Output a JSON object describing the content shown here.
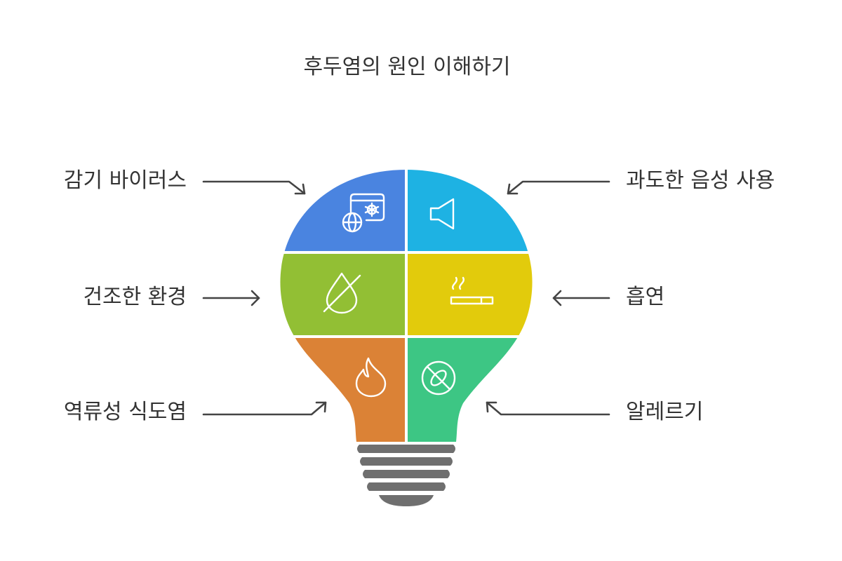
{
  "title": "후두염의 원인 이해하기",
  "causes": [
    {
      "label": "감기 바이러스",
      "icon": "virus-browser-icon",
      "color": "#4A84E0"
    },
    {
      "label": "과도한 음성 사용",
      "icon": "speaker-icon",
      "color": "#1EB2E3"
    },
    {
      "label": "건조한 환경",
      "icon": "no-water-drop-icon",
      "color": "#92BF34"
    },
    {
      "label": "흡연",
      "icon": "cigarette-icon",
      "color": "#E2CB0C"
    },
    {
      "label": "역류성 식도염",
      "icon": "flame-icon",
      "color": "#DB8236"
    },
    {
      "label": "알레르기",
      "icon": "no-allergen-icon",
      "color": "#3DC684"
    }
  ],
  "base_color": "#6F6F6F",
  "arrow_color": "#444444"
}
